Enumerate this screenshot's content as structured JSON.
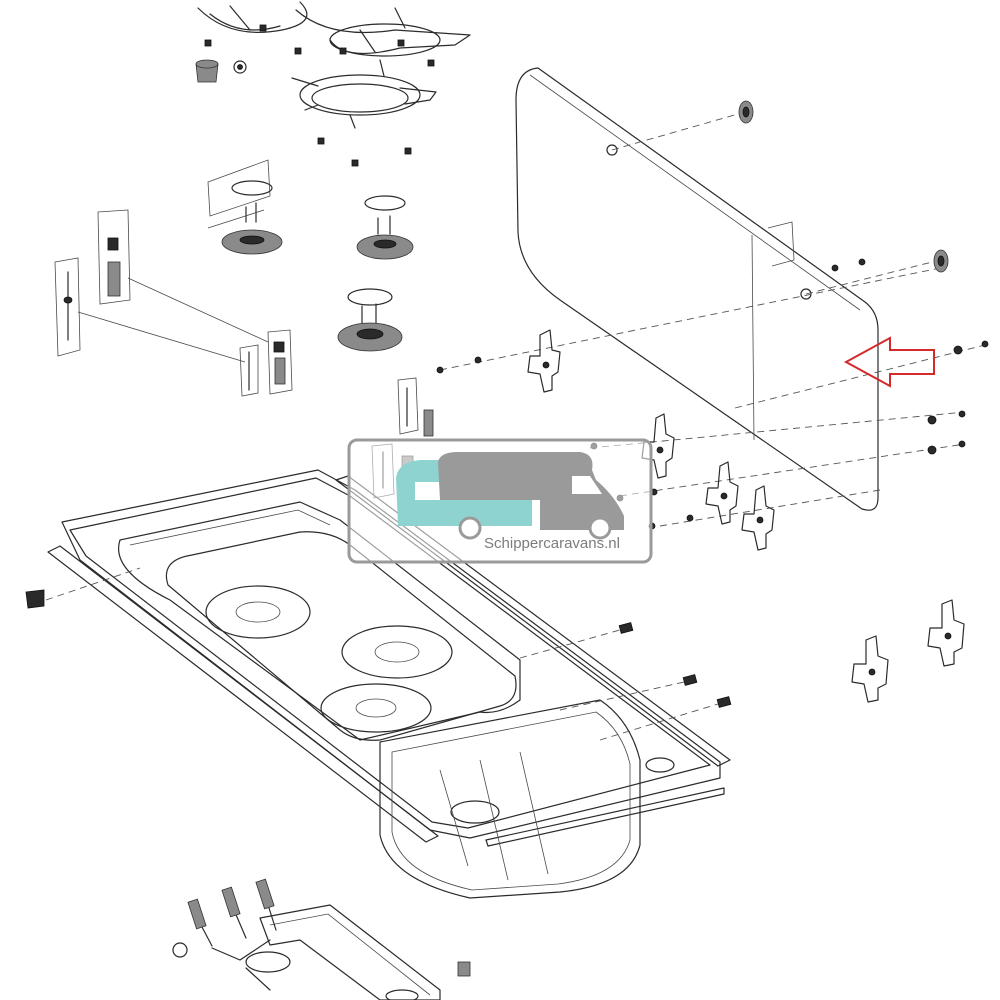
{
  "watermark": {
    "text": "Schippercaravans.nl",
    "caravan_color": "#8fd3d0",
    "camper_color": "#9a9a9a",
    "frame_color": "#9a9a9a"
  },
  "indicator": {
    "icon": "arrow-left-outline-icon",
    "color": "#d42a2a",
    "points_to": "glass-lid"
  },
  "parts": [
    "pan-support",
    "pan-support",
    "pan-support",
    "knob-bush",
    "burner-cap",
    "burner-base",
    "thermocouple",
    "ignition-electrode",
    "glass-lid",
    "lid-bracket",
    "hob-sink-unit",
    "fixing-clamp",
    "gas-manifold"
  ]
}
